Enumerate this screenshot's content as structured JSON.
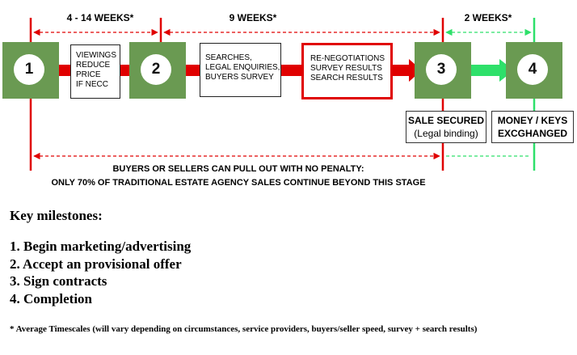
{
  "periods": [
    {
      "label": "4 - 14  WEEKS*"
    },
    {
      "label": "9 WEEKS*"
    },
    {
      "label": "2 WEEKS*"
    }
  ],
  "stages": [
    {
      "number": "1"
    },
    {
      "number": "2"
    },
    {
      "number": "3"
    },
    {
      "number": "4"
    }
  ],
  "boxes": {
    "viewings": [
      "VIEWINGS",
      "REDUCE",
      "PRICE",
      "IF NECC"
    ],
    "searches": [
      "SEARCHES,",
      "LEGAL ENQUIRIES,",
      "BUYERS SURVEY"
    ],
    "renegotiations": [
      "RE-NEGOTIATIONS",
      "SURVEY RESULTS",
      "SEARCH RESULTS"
    ]
  },
  "sale_secured": {
    "title": "SALE SECURED",
    "note": "(Legal binding)"
  },
  "money_keys": {
    "line1": "MONEY / KEYS",
    "line2": "EXCGHANGED"
  },
  "caveat": {
    "line1": "BUYERS OR SELLERS CAN PULL OUT WITH NO PENALTY:",
    "line2": "ONLY 70% OF TRADITIONAL ESTATE AGENCY SALES CONTINUE BEYOND THIS STAGE"
  },
  "milestones": {
    "heading": "Key milestones:",
    "items": [
      "1. Begin marketing/advertising",
      "2. Accept an provisional offer",
      "3. Sign contracts",
      "4. Completion"
    ]
  },
  "footnote": "* Average Timescales (will vary depending on circumstances, service providers, buyers/seller speed, survey + search  results)",
  "colors": {
    "red": "#e00000",
    "green": "#2ee06a",
    "node_green": "#6a9a52"
  }
}
